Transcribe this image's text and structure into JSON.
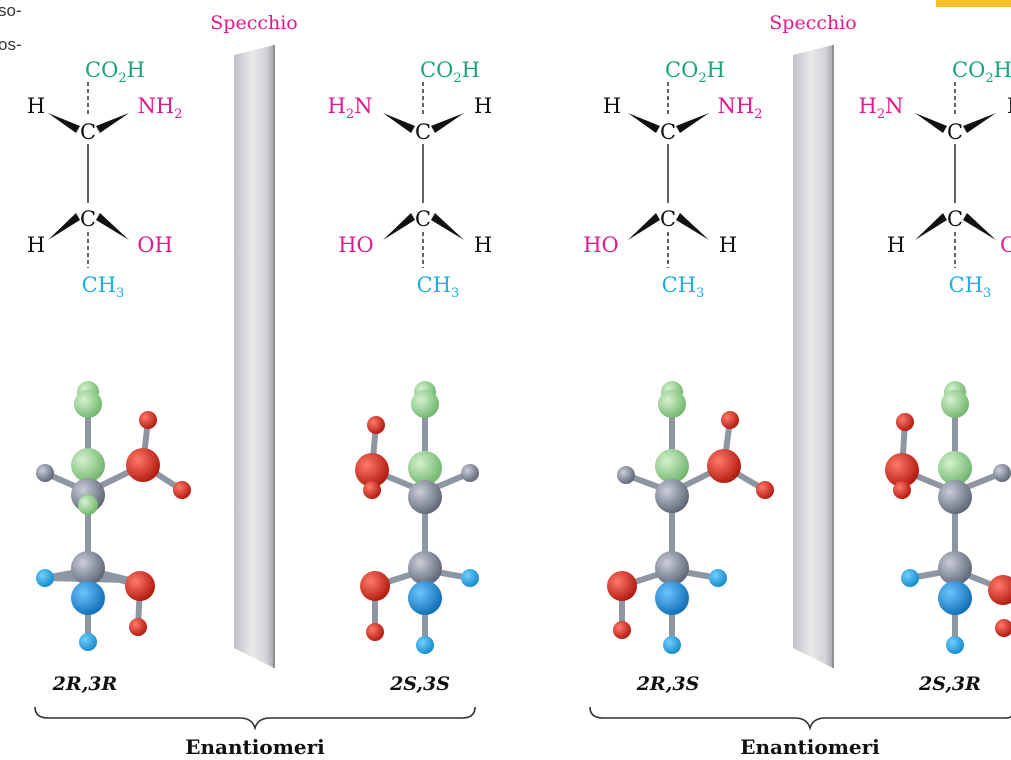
{
  "clipped_text": [
    "so-",
    "os-"
  ],
  "mirror_label": "Specchio",
  "group_label": "Enantiomeri",
  "atoms": {
    "c": "C",
    "h": "H",
    "co2h": {
      "a": "CO",
      "s": "2",
      "b": "H"
    },
    "nh2": {
      "a": "NH",
      "s": "2"
    },
    "h2n": {
      "a": "H",
      "s": "2",
      "b": "N"
    },
    "ch3": {
      "a": "CH",
      "s": "3"
    },
    "oh": "OH",
    "ho": "HO"
  },
  "configs": [
    {
      "p1": "2",
      "i1": "R",
      "p2": ",3",
      "i2": "R"
    },
    {
      "p1": "2",
      "i1": "S",
      "p2": ",3",
      "i2": "S"
    },
    {
      "p1": "2",
      "i1": "R",
      "p2": ",3",
      "i2": "S"
    },
    {
      "p1": "2",
      "i1": "S",
      "p2": ",3",
      "i2": "R"
    }
  ],
  "colors": {
    "carboxyl": "#17a673",
    "amino_hydroxyl": "#e0198f",
    "methyl": "#1bb0e0",
    "atom_carbon": "#7d8597",
    "atom_oxygen": "#d42a1c",
    "atom_nitrogen": "#1f8fd6",
    "atom_green": "#8fd08a"
  }
}
